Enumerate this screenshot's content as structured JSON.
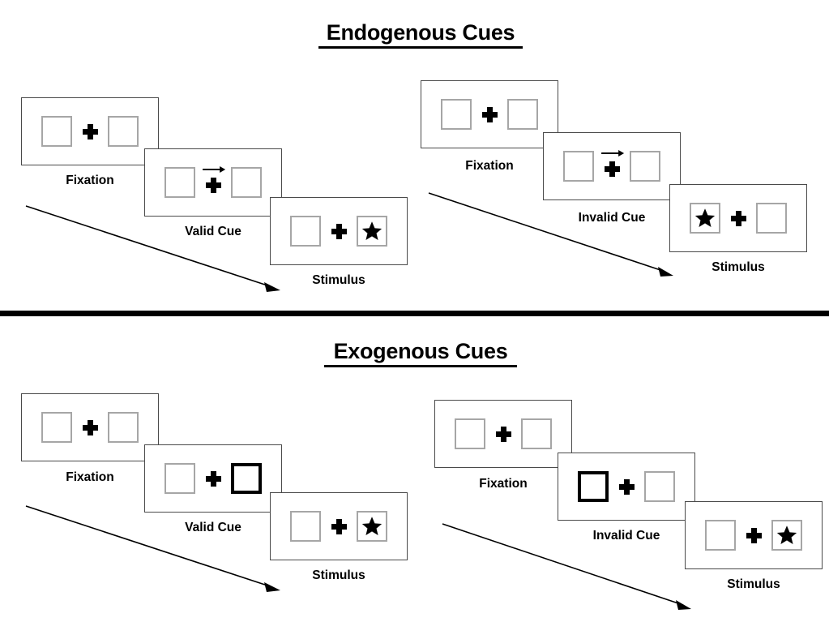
{
  "figure": {
    "title_endogenous": "Endogenous Cues",
    "title_exogenous": "Exogenous Cues",
    "divider_color": "#000000"
  },
  "icons": {
    "fixation_cross": "plus-icon",
    "arrow_cue": "right-arrow-icon",
    "target": "star-icon",
    "time_arrow": "diagonal-arrow-icon"
  },
  "colors": {
    "frame_border": "#4a4a4a",
    "placeholder_border": "#a6a6a6",
    "cued_box_border": "#000000",
    "ink": "#000000",
    "background": "#ffffff"
  },
  "sections": [
    {
      "id": "endogenous",
      "title": "Endogenous Cues",
      "sequences": [
        {
          "id": "endogenous-valid",
          "validity": "valid",
          "panels": [
            {
              "label": "Fixation",
              "cue_type": "none",
              "cue_side": "none",
              "target_side": "none"
            },
            {
              "label": "Valid Cue",
              "cue_type": "arrow",
              "cue_side": "right",
              "target_side": "none"
            },
            {
              "label": "Stimulus",
              "cue_type": "none",
              "cue_side": "none",
              "target_side": "right"
            }
          ]
        },
        {
          "id": "endogenous-invalid",
          "validity": "invalid",
          "panels": [
            {
              "label": "Fixation",
              "cue_type": "none",
              "cue_side": "none",
              "target_side": "none"
            },
            {
              "label": "Invalid Cue",
              "cue_type": "arrow",
              "cue_side": "right",
              "target_side": "none"
            },
            {
              "label": "Stimulus",
              "cue_type": "none",
              "cue_side": "none",
              "target_side": "left"
            }
          ]
        }
      ]
    },
    {
      "id": "exogenous",
      "title": "Exogenous Cues",
      "sequences": [
        {
          "id": "exogenous-valid",
          "validity": "valid",
          "panels": [
            {
              "label": "Fixation",
              "cue_type": "none",
              "cue_side": "none",
              "target_side": "none"
            },
            {
              "label": "Valid Cue",
              "cue_type": "box-flash",
              "cue_side": "right",
              "target_side": "none"
            },
            {
              "label": "Stimulus",
              "cue_type": "none",
              "cue_side": "none",
              "target_side": "right"
            }
          ]
        },
        {
          "id": "exogenous-invalid",
          "validity": "invalid",
          "panels": [
            {
              "label": "Fixation",
              "cue_type": "none",
              "cue_side": "none",
              "target_side": "none"
            },
            {
              "label": "Invalid Cue",
              "cue_type": "box-flash",
              "cue_side": "left",
              "target_side": "none"
            },
            {
              "label": "Stimulus",
              "cue_type": "none",
              "cue_side": "none",
              "target_side": "right"
            }
          ]
        }
      ]
    }
  ]
}
